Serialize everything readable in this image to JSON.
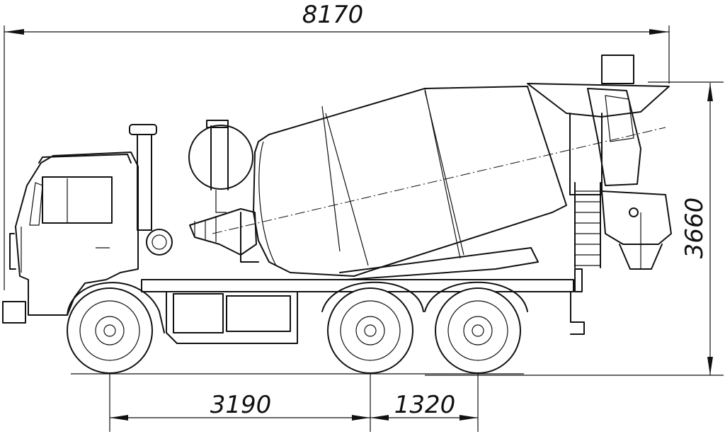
{
  "dimensions": {
    "overall_length": "8170",
    "height": "3660",
    "front_to_rear_axle": "3190",
    "rear_axle_spacing": "1320"
  },
  "colors": {
    "line": "#111111",
    "background": "#ffffff"
  }
}
